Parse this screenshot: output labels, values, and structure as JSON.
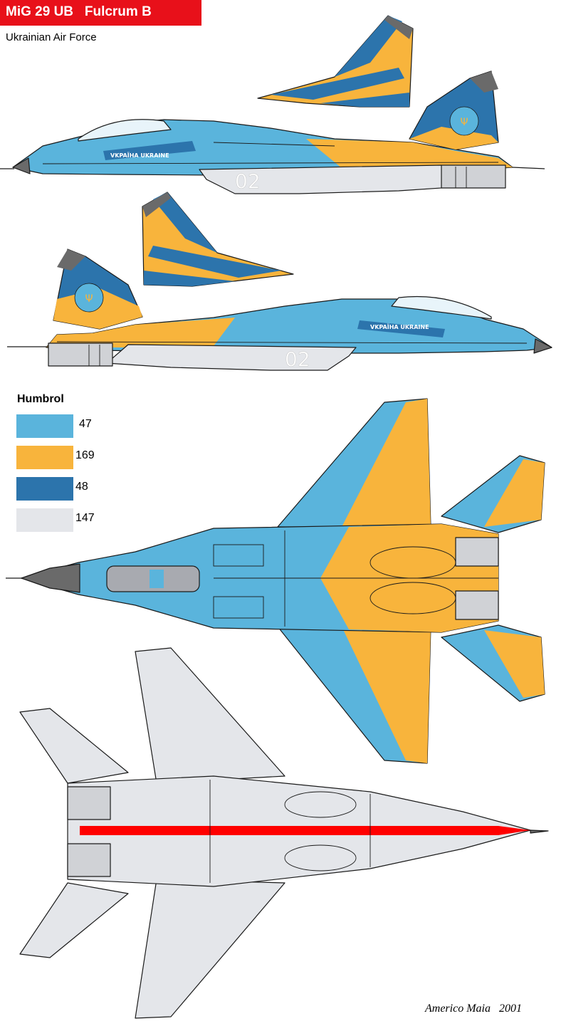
{
  "header": {
    "title": "MiG 29 UB   Fulcrum B",
    "subtitle": "Ukrainian Air Force"
  },
  "markings": {
    "fuselage_text": "VKPAÏHA   UKRAINE",
    "tail_number": "02"
  },
  "legend": {
    "title": "Humbrol",
    "items": [
      {
        "code": "47",
        "color": "#5ab4dc"
      },
      {
        "code": "169",
        "color": "#f8b43c"
      },
      {
        "code": "48",
        "color": "#2c74ac"
      },
      {
        "code": "147",
        "color": "#e4e6ea"
      }
    ]
  },
  "colors": {
    "title_bar": "#e8101a",
    "light_blue": "#5ab4dc",
    "yellow": "#f8b43c",
    "dark_blue": "#2c74ac",
    "light_grey": "#e4e6ea",
    "dark_grey": "#6a6a6a",
    "red_stripe": "#ff0000"
  },
  "credit": {
    "author": "Americo Maia   2001"
  }
}
